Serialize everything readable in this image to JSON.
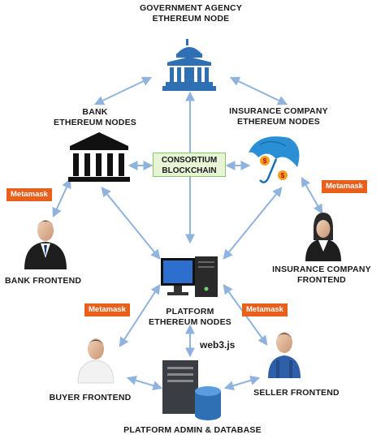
{
  "nodes": {
    "government": {
      "line1": "GOVERNMENT AGENCY",
      "line2": "ETHEREUM NODE",
      "icon": "government-building-icon"
    },
    "bank": {
      "line1": "BANK",
      "line2": "ETHEREUM NODES",
      "icon": "bank-icon"
    },
    "insurance": {
      "line1": "INSURANCE COMPANY",
      "line2": "ETHEREUM NODES",
      "icon": "umbrella-icon"
    },
    "consortium": {
      "line1": "CONSORTIUM",
      "line2": "BLOCKCHAIN"
    },
    "platform": {
      "line1": "PLATFORM",
      "line2": "ETHEREUM NODES",
      "icon": "computer-icon"
    }
  },
  "frontends": {
    "bank": {
      "label": "BANK FRONTEND",
      "icon": "businessman-icon"
    },
    "insurance": {
      "line1": "INSURANCE COMPANY",
      "line2": "FRONTEND",
      "icon": "businesswoman-icon"
    },
    "buyer": {
      "label": "BUYER FRONTEND",
      "icon": "buyer-person-icon"
    },
    "seller": {
      "label": "SELLER FRONTEND",
      "icon": "worker-icon"
    }
  },
  "admin": {
    "label": "PLATFORM ADMIN & DATABASE",
    "icon": "server-database-icon"
  },
  "metamask": {
    "label": "Metamask"
  },
  "web3": {
    "label": "web3.js"
  },
  "colors": {
    "arrow": "#8fb3dc",
    "metamask": "#e8601c",
    "consortium_fill": "#e7f4d6",
    "consortium_border": "#8cc56b",
    "building": "#2f6fb4"
  }
}
